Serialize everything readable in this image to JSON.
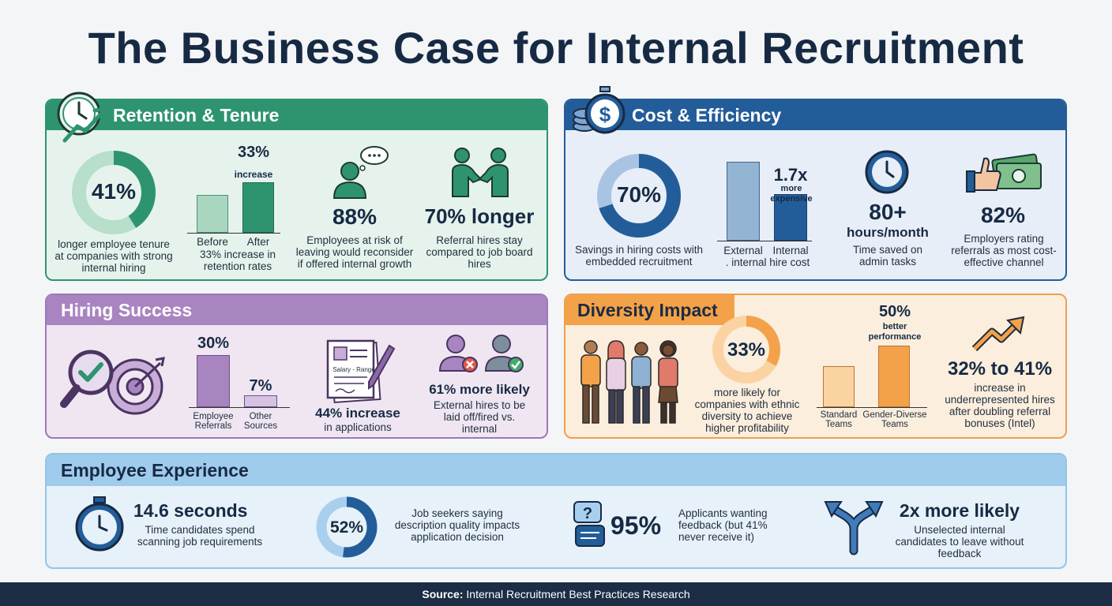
{
  "title": "The Business Case for Internal Recruitment",
  "retention": {
    "header": "Retention & Tenure",
    "donut": {
      "value": "41%",
      "fraction": 0.41,
      "caption": "longer employee tenure at companies with strong internal hiring"
    },
    "bars": {
      "value": "33%",
      "sub": "increase",
      "before_label": "Before",
      "after_label": "After",
      "before": 100,
      "after": 133,
      "caption": "33% increase in retention rates"
    },
    "risk": {
      "value": "88%",
      "caption": "Employees at risk of leaving would reconsider if offered internal growth"
    },
    "referral": {
      "value": "70% longer",
      "caption": "Referral hires stay compared to job board hires"
    }
  },
  "cost": {
    "header": "Cost & Efficiency",
    "donut": {
      "value": "70%",
      "fraction": 0.7,
      "caption": "Savings in hiring costs with embedded recruitment"
    },
    "bars": {
      "value": "1.7x",
      "sub": "more expensive",
      "external_label": "External",
      "internal_label": "Internal",
      "external": 1.7,
      "internal": 1.0,
      "caption": ". internal hire cost"
    },
    "hours": {
      "value": "80+",
      "unit": "hours/month",
      "caption": "Time saved on admin tasks"
    },
    "employers": {
      "value": "82%",
      "caption": "Employers rating referrals as most cost-effective channel"
    }
  },
  "hiring": {
    "header": "Hiring Success",
    "bars": {
      "value_a": "30%",
      "value_b": "7%",
      "label_a": "Employee Referrals",
      "label_b": "Other Sources",
      "a": 30,
      "b": 7
    },
    "applications": {
      "doc_label": "Salary - Range",
      "value": "44% increase",
      "caption": "in applications"
    },
    "likely": {
      "value": "61% more likely",
      "caption": "External hires to be laid off/fired vs. internal"
    }
  },
  "diversity": {
    "header": "Diversity Impact",
    "donut": {
      "value": "33%",
      "fraction": 0.33,
      "caption": "more likely for companies with ethnic diversity to achieve higher profitability"
    },
    "bars": {
      "value": "50%",
      "sub": "better performance",
      "label_a": "Standard Teams",
      "label_b": "Gender-Diverse Teams",
      "a": 100,
      "b": 150
    },
    "growth": {
      "value": "32% to 41%",
      "caption": "increase in underrepresented hires after doubling referral bonuses (Intel)"
    }
  },
  "experience": {
    "header": "Employee Experience",
    "seconds": {
      "value": "14.6 seconds",
      "caption": "Time candidates spend scanning job requirements"
    },
    "donut": {
      "value": "52%",
      "fraction": 0.52,
      "caption": "Job seekers saying description quality impacts application decision"
    },
    "feedback": {
      "value": "95%",
      "caption": "Applicants wanting feedback (but 41% never receive it)"
    },
    "leave": {
      "value": "2x more likely",
      "caption": "Unselected internal candidates to leave without feedback"
    }
  },
  "footer": {
    "label": "Source:",
    "text": "Internal Recruitment Best Practices Research"
  },
  "colors": {
    "green": "#2e9470",
    "blue": "#235d99",
    "purple": "#a884c0",
    "orange": "#f3a24a",
    "lightblue": "#9fcbec"
  }
}
